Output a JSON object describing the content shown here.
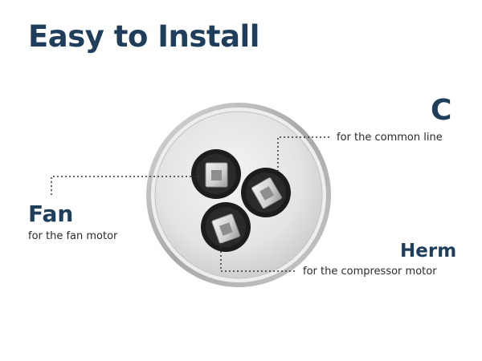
{
  "title": "Easy to Install",
  "callouts": {
    "c": {
      "label": "C",
      "description": "for the common line"
    },
    "fan": {
      "label": "Fan",
      "description": "for the fan motor"
    },
    "herm": {
      "label": "Herm",
      "description": "for the compressor motor"
    }
  },
  "colors": {
    "heading": "#1f3e5c",
    "body_text": "#2a2a2a",
    "leader_line": "#333333"
  }
}
